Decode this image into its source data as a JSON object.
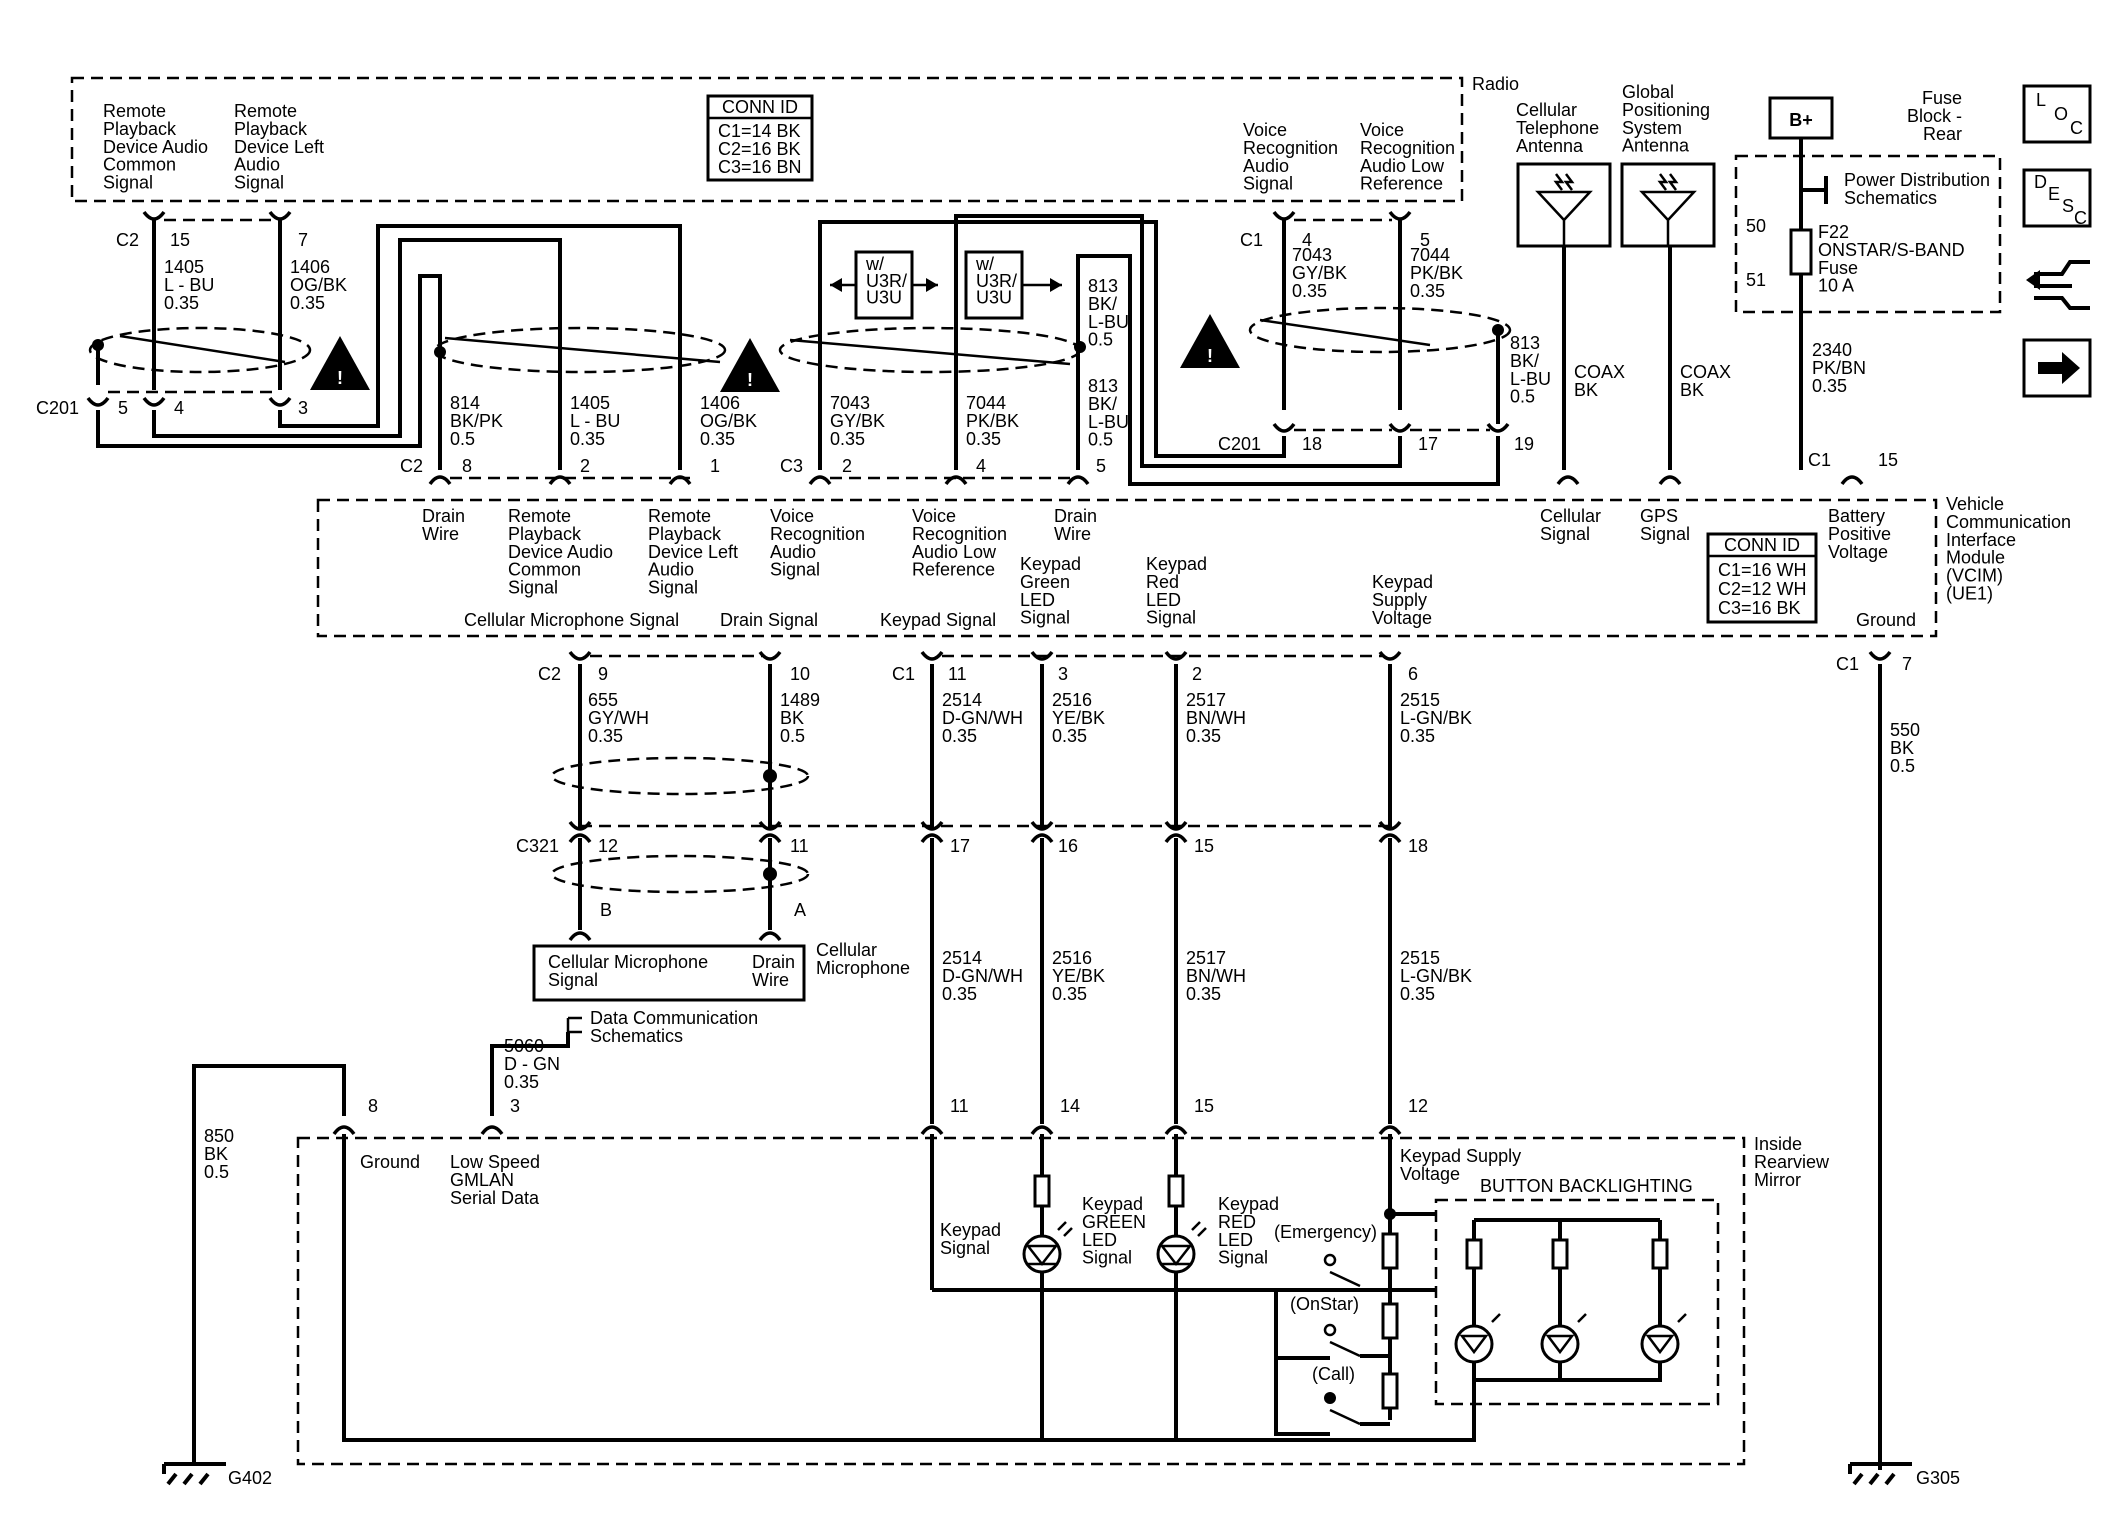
{
  "modules": {
    "radio": "Radio",
    "vcim": [
      "Vehicle",
      "Communication",
      "Interface",
      "Module",
      "(VCIM)",
      "(UE1)"
    ],
    "mirror": [
      "Inside",
      "Rearview",
      "Mirror"
    ],
    "fuse_block": [
      "Fuse",
      "Block -",
      "Rear"
    ],
    "cell_mic": [
      "Cellular",
      "Microphone"
    ]
  },
  "radio_conn_id": {
    "title": "CONN ID",
    "lines": [
      "C1=14 BK",
      "C2=16 BK",
      "C3=16 BN"
    ]
  },
  "vcim_conn_id": {
    "title": "CONN ID",
    "lines": [
      "C1=16 WH",
      "C2=12 WH",
      "C3=16 BK"
    ]
  },
  "radio_labels": {
    "remote_common": [
      "Remote",
      "Playback",
      "Device Audio",
      "Common",
      "Signal"
    ],
    "remote_left": [
      "Remote",
      "Playback",
      "Device Left",
      "Audio",
      "Signal"
    ],
    "voice_audio": [
      "Voice",
      "Recognition",
      "Audio",
      "Signal"
    ],
    "voice_low": [
      "Voice",
      "Recognition",
      "Audio Low",
      "Reference"
    ]
  },
  "antennas": {
    "cell": [
      "Cellular",
      "Telephone",
      "Antenna"
    ],
    "gps": [
      "Global",
      "Positioning",
      "System",
      "Antenna"
    ],
    "coax1": [
      "COAX",
      "BK"
    ],
    "coax2": [
      "COAX",
      "BK"
    ]
  },
  "fuse": {
    "bplus": "B+",
    "pds": [
      "Power Distribution",
      "Schematics"
    ],
    "f22": [
      "F22",
      "ONSTAR/S-BAND",
      "Fuse",
      "10 A"
    ],
    "pin_in": "50",
    "pin_out": "51"
  },
  "nav_icons": {
    "loc": [
      "L",
      "O",
      "C"
    ],
    "desc": [
      "D",
      "E",
      "S",
      "C"
    ]
  },
  "warning_glyph": "!",
  "pins": {
    "c2": "C2",
    "c1": "C1",
    "c3": "C3",
    "c201": "C201",
    "c321": "C321",
    "r_c2_15": "15",
    "r_c2_7": "7",
    "r_c1_4": "4",
    "r_c1_5": "5",
    "c201_5": "5",
    "c201_4": "4",
    "c201_3": "3",
    "c201_18": "18",
    "c201_17": "17",
    "c201_19": "19",
    "v_c2_8": "8",
    "v_c2_2": "2",
    "v_c2_1": "1",
    "v_c3_2": "2",
    "v_c3_4": "4",
    "v_c3_5": "5",
    "v_c1_15": "15",
    "v_c2_9": "9",
    "v_c2_10": "10",
    "v_c1_11": "11",
    "v_c1_3": "3",
    "v_c1_2": "2",
    "v_c1_6": "6",
    "v_c1_7": "7",
    "c321_12": "12",
    "c321_11": "11",
    "c321_17": "17",
    "c321_16": "16",
    "c321_15": "15",
    "c321_18": "18",
    "mic_b": "B",
    "mic_a": "A",
    "m_8": "8",
    "m_3": "3",
    "m_11": "11",
    "m_14": "14",
    "m_15": "15",
    "m_12": "12"
  },
  "wires": {
    "w1405a": [
      "1405",
      "L - BU",
      "0.35"
    ],
    "w1406a": [
      "1406",
      "OG/BK",
      "0.35"
    ],
    "w814": [
      "814",
      "BK/PK",
      "0.5"
    ],
    "w1405b": [
      "1405",
      "L - BU",
      "0.35"
    ],
    "w1406b": [
      "1406",
      "OG/BK",
      "0.35"
    ],
    "w7043a": [
      "7043",
      "GY/BK",
      "0.35"
    ],
    "w7044a": [
      "7044",
      "PK/BK",
      "0.35"
    ],
    "w813a": [
      "813",
      "BK/",
      "L-BU",
      "0.5"
    ],
    "w813b": [
      "813",
      "BK/",
      "L-BU",
      "0.5"
    ],
    "w7043b": [
      "7043",
      "GY/BK",
      "0.35"
    ],
    "w7044b": [
      "7044",
      "PK/BK",
      "0.35"
    ],
    "w813c": [
      "813",
      "BK/",
      "L-BU",
      "0.5"
    ],
    "w2340": [
      "2340",
      "PK/BN",
      "0.35"
    ],
    "w655": [
      "655",
      "GY/WH",
      "0.35"
    ],
    "w1489": [
      "1489",
      "BK",
      "0.5"
    ],
    "w2514a": [
      "2514",
      "D-GN/WH",
      "0.35"
    ],
    "w2516a": [
      "2516",
      "YE/BK",
      "0.35"
    ],
    "w2517a": [
      "2517",
      "BN/WH",
      "0.35"
    ],
    "w2515a": [
      "2515",
      "L-GN/BK",
      "0.35"
    ],
    "w2514b": [
      "2514",
      "D-GN/WH",
      "0.35"
    ],
    "w2516b": [
      "2516",
      "YE/BK",
      "0.35"
    ],
    "w2517b": [
      "2517",
      "BN/WH",
      "0.35"
    ],
    "w2515b": [
      "2515",
      "L-GN/BK",
      "0.35"
    ],
    "w550": [
      "550",
      "BK",
      "0.5"
    ],
    "w850": [
      "850",
      "BK",
      "0.5"
    ],
    "w5060": [
      "5060",
      "D - GN",
      "0.35"
    ]
  },
  "options": {
    "opt1": [
      "w/",
      "U3R/",
      "U3U"
    ],
    "opt2": [
      "w/",
      "U3R/",
      "U3U"
    ]
  },
  "vcim_top": {
    "drain1": [
      "Drain",
      "Wire"
    ],
    "remote_common": [
      "Remote",
      "Playback",
      "Device Audio",
      "Common",
      "Signal"
    ],
    "remote_left": [
      "Remote",
      "Playback",
      "Device Left",
      "Audio",
      "Signal"
    ],
    "voice_audio": [
      "Voice",
      "Recognition",
      "Audio",
      "Signal"
    ],
    "voice_low": [
      "Voice",
      "Recognition",
      "Audio Low",
      "Reference"
    ],
    "drain2": [
      "Drain",
      "Wire"
    ],
    "cell_sig": [
      "Cellular",
      "Signal"
    ],
    "gps_sig": [
      "GPS",
      "Signal"
    ],
    "batt": [
      "Battery",
      "Positive",
      "Voltage"
    ]
  },
  "vcim_bottom": {
    "cell_mic_sig": "Cellular Microphone Signal",
    "drain_sig": "Drain Signal",
    "keypad_sig": "Keypad Signal",
    "green_led": [
      "Keypad",
      "Green",
      "LED",
      "Signal"
    ],
    "red_led": [
      "Keypad",
      "Red",
      "LED",
      "Signal"
    ],
    "supply": [
      "Keypad",
      "Supply",
      "Voltage"
    ],
    "ground": "Ground"
  },
  "microphone": {
    "signal": [
      "Cellular Microphone",
      "Signal"
    ],
    "drain": [
      "Drain",
      "Wire"
    ]
  },
  "data_comm": [
    "Data Communication",
    "Schematics"
  ],
  "mirror_labels": {
    "ground": "Ground",
    "gmlan": [
      "Low Speed",
      "GMLAN",
      "Serial Data"
    ],
    "keypad_sig": [
      "Keypad",
      "Signal"
    ],
    "green": [
      "Keypad",
      "GREEN",
      "LED",
      "Signal"
    ],
    "red": [
      "Keypad",
      "RED",
      "LED",
      "Signal"
    ],
    "supply": [
      "Keypad Supply",
      "Voltage"
    ],
    "backlight": "BUTTON BACKLIGHTING",
    "emergency": "(Emergency)",
    "onstar": "(OnStar)",
    "call": "(Call)"
  },
  "grounds": {
    "g402": "G402",
    "g305": "G305"
  }
}
